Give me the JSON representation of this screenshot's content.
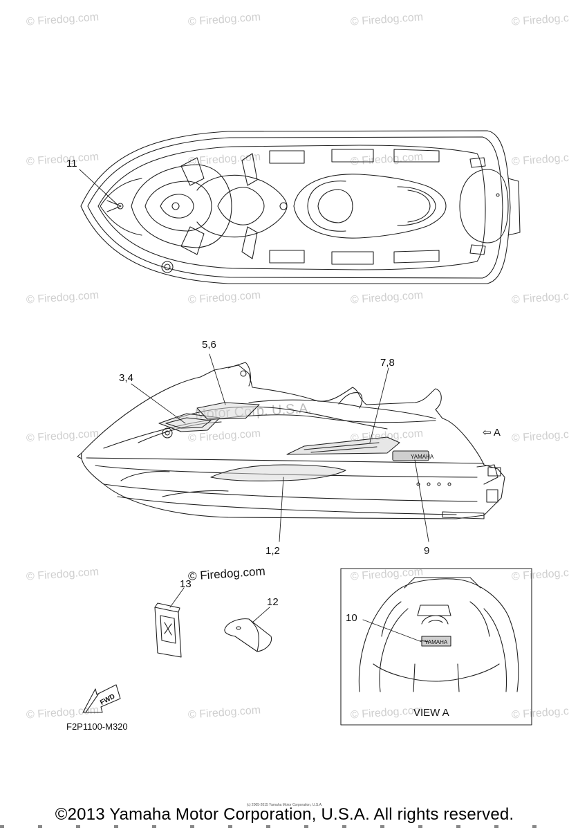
{
  "watermark": "© Firedog.com",
  "copyright_watermark": "© Firedog.com",
  "ghost_watermark": "Motor Corp. U.S.A.",
  "callouts": {
    "c11": "11",
    "c56": "5,6",
    "c34": "3,4",
    "c78": "7,8",
    "c12": "1,2",
    "c9": "9",
    "c13": "13",
    "c12b": "12",
    "c10": "10"
  },
  "arrow_label": "⇦ A",
  "view_label": "VIEW A",
  "part_number": "F2P1100-M320",
  "decal_text": "YAMAHA",
  "fwd_text": "FWD",
  "tiny_notice": "(c) 2005-2015 Yamaha Motor Corporation, U.S.A.",
  "footer": "©2013 Yamaha Motor Corporation, U.S.A. All rights reserved."
}
